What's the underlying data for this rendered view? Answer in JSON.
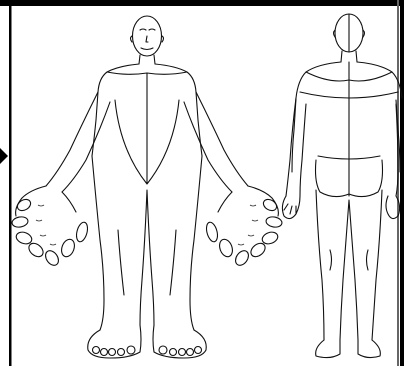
{
  "diagram": {
    "figures": [
      "front-view",
      "back-view"
    ],
    "pointer": "arrow-right",
    "colors": {
      "line": "#111111",
      "background": "#ffffff",
      "frame": "#000000"
    }
  }
}
